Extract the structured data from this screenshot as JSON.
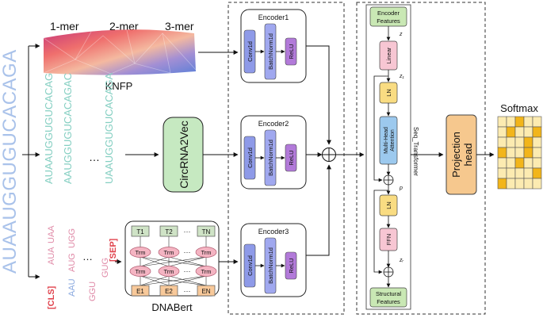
{
  "input_sequence": "AUAAUGGUGUCACAGA",
  "knfp": {
    "label": "KNFP",
    "kmers": [
      "1-mer",
      "2-mer",
      "3-mer"
    ]
  },
  "circrna2vec": {
    "label": "CircRNA2Vec",
    "sequences": [
      "AUAAUGGUGUCACAG",
      "AAUGGUGUCACAGAC",
      "UAAUGGUGUCACAGA"
    ],
    "ellipsis": "…"
  },
  "dnabert": {
    "label": "DNABert",
    "cls": "[CLS]",
    "sep": "[SEP]",
    "tokens_left": [
      "AUA",
      "UAA"
    ],
    "tokens_mid": [
      "AAU",
      "AUG",
      "UGG"
    ],
    "tokens_bottom": [
      "GGU",
      "GUG"
    ],
    "ellipsis": "…",
    "output_tokens": [
      "T1",
      "T2",
      "TN"
    ],
    "input_embeddings": [
      "E1",
      "E2",
      "EN"
    ],
    "transformer_unit": "Trm",
    "dots": "···"
  },
  "encoders": [
    {
      "title": "Encoder1",
      "layers": [
        "Conv1d",
        "BatchNorm1d",
        "ReLU"
      ]
    },
    {
      "title": "Encoder2",
      "layers": [
        "Conv1d",
        "BatchNorm1d",
        "ReLU"
      ]
    },
    {
      "title": "Encoder3",
      "layers": [
        "Conv1d",
        "BatchNorm1d",
        "ReLU"
      ]
    }
  ],
  "fusion_symbol": "⊕",
  "seq_transformer": {
    "label": "Seq_Transformer",
    "encoder_features": [
      "Encoder",
      "Features"
    ],
    "linear": "Linear",
    "ln1": "LN",
    "attention": [
      "Multi-Head",
      "Attention"
    ],
    "ln2": "LN",
    "ffn": "FFN",
    "structural_features": [
      "Structural",
      "Features"
    ],
    "var_z": "z",
    "var_z1": "z₁",
    "var_p": "p",
    "var_zr": "zᵣ"
  },
  "projection_head": [
    "Projection",
    "head"
  ],
  "softmax": {
    "label": "Softmax",
    "grid": [
      [
        0,
        0,
        1,
        0,
        0
      ],
      [
        0,
        1,
        0,
        0,
        1
      ],
      [
        0,
        0,
        0,
        1,
        0
      ],
      [
        1,
        0,
        0,
        1,
        0
      ],
      [
        0,
        0,
        1,
        0,
        0
      ],
      [
        0,
        0,
        0,
        0,
        1
      ],
      [
        1,
        0,
        0,
        0,
        0
      ]
    ]
  },
  "colors": {
    "encoder_bg": "#d9dcf3",
    "conv_fill": "#8e9ae8",
    "bn_fill": "#a0a8ef",
    "relu_fill": "#b27ad9",
    "seq_green": "#c9e8b4",
    "seq_pink": "#f7c6d3",
    "seq_yellow": "#f9dc82",
    "seq_blue": "#9cc9ee",
    "projection": "#f6c88e",
    "circ_green": "#c6e9c1",
    "softmax_dark": "#f2b51a",
    "softmax_light": "#fcebb1",
    "input_text": "#a9c2ea",
    "circ_text": "#85cfc2",
    "dnabert_pink": "#e08ba8",
    "dnabert_red": "#e0424c",
    "dnabert_blue": "#89a8df"
  }
}
